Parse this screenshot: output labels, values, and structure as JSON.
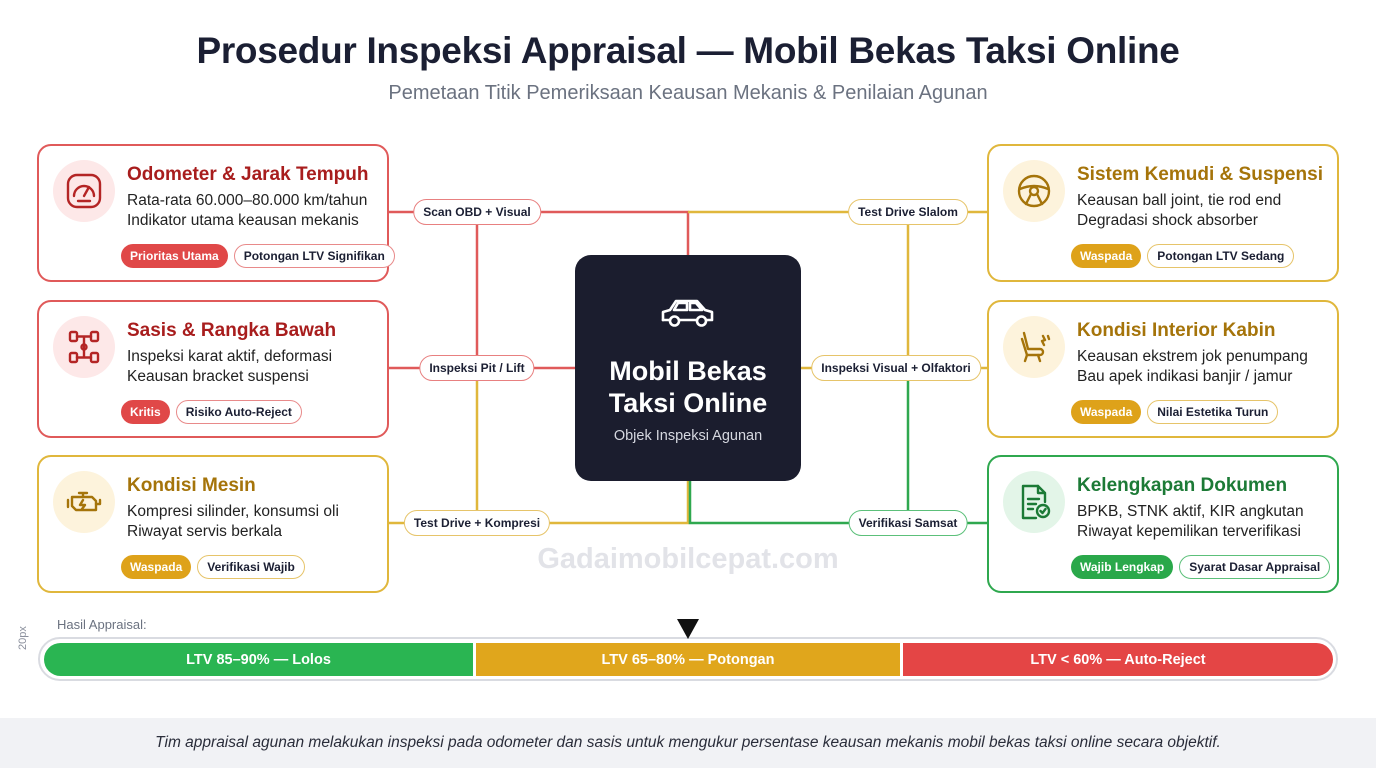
{
  "header": {
    "title": "Prosedur Inspeksi Appraisal — Mobil Bekas Taksi Online",
    "subtitle": "Pemetaan Titik Pemeriksaan Keausan Mekanis & Penilaian Agunan"
  },
  "colors": {
    "red": "#e05a5a",
    "yellow": "#e0b73c",
    "green": "#2fa84f",
    "center": "#1b1d2e"
  },
  "center": {
    "icon": "car-icon",
    "title_line1": "Mobil Bekas",
    "title_line2": "Taksi Online",
    "subtitle": "Objek Inspeksi Agunan"
  },
  "cards": [
    {
      "icon": "speedometer-icon",
      "title": "Odometer & Jarak Tempuh",
      "line1": "Rata-rata 60.000–80.000 km/tahun",
      "line2": "Indikator utama keausan mekanis",
      "tag1": "Prioritas Utama",
      "tag2": "Potongan LTV Signifikan",
      "connector": "Scan OBD + Visual"
    },
    {
      "icon": "chassis-icon",
      "title": "Sasis & Rangka Bawah",
      "line1": "Inspeksi karat aktif, deformasi",
      "line2": "Keausan bracket suspensi",
      "tag1": "Kritis",
      "tag2": "Risiko Auto-Reject",
      "connector": "Inspeksi Pit / Lift"
    },
    {
      "icon": "engine-icon",
      "title": "Kondisi Mesin",
      "line1": "Kompresi silinder, konsumsi oli",
      "line2": "Riwayat servis berkala",
      "tag1": "Waspada",
      "tag2": "Verifikasi Wajib",
      "connector": "Test Drive + Kompresi"
    },
    {
      "icon": "steering-wheel-icon",
      "title": "Sistem Kemudi & Suspensi",
      "line1": "Keausan ball joint, tie rod end",
      "line2": "Degradasi shock absorber",
      "tag1": "Waspada",
      "tag2": "Potongan LTV Sedang",
      "connector": "Test Drive Slalom"
    },
    {
      "icon": "car-seat-icon",
      "title": "Kondisi Interior Kabin",
      "line1": "Keausan ekstrem jok penumpang",
      "line2": "Bau apek indikasi banjir / jamur",
      "tag1": "Waspada",
      "tag2": "Nilai Estetika Turun",
      "connector": "Inspeksi Visual + Olfaktori"
    },
    {
      "icon": "document-check-icon",
      "title": "Kelengkapan Dokumen",
      "line1": "BPKB, STNK aktif, KIR angkutan",
      "line2": "Riwayat kepemilikan terverifikasi",
      "tag1": "Wajib Lengkap",
      "tag2": "Syarat Dasar Appraisal",
      "connector": "Verifikasi Samsat"
    }
  ],
  "watermark": "Gadaimobilcepat.com",
  "result": {
    "label": "Hasil Appraisal:",
    "side_label": "20px",
    "segments": [
      "LTV 85–90% — Lolos",
      "LTV 65–80% — Potongan",
      "LTV < 60% — Auto-Reject"
    ],
    "marker_segment": "LTV 65–80% — Potongan"
  },
  "footer": {
    "caption": "Tim appraisal agunan melakukan inspeksi pada odometer dan sasis untuk mengukur persentase keausan mekanis mobil bekas taksi online secara objektif."
  }
}
